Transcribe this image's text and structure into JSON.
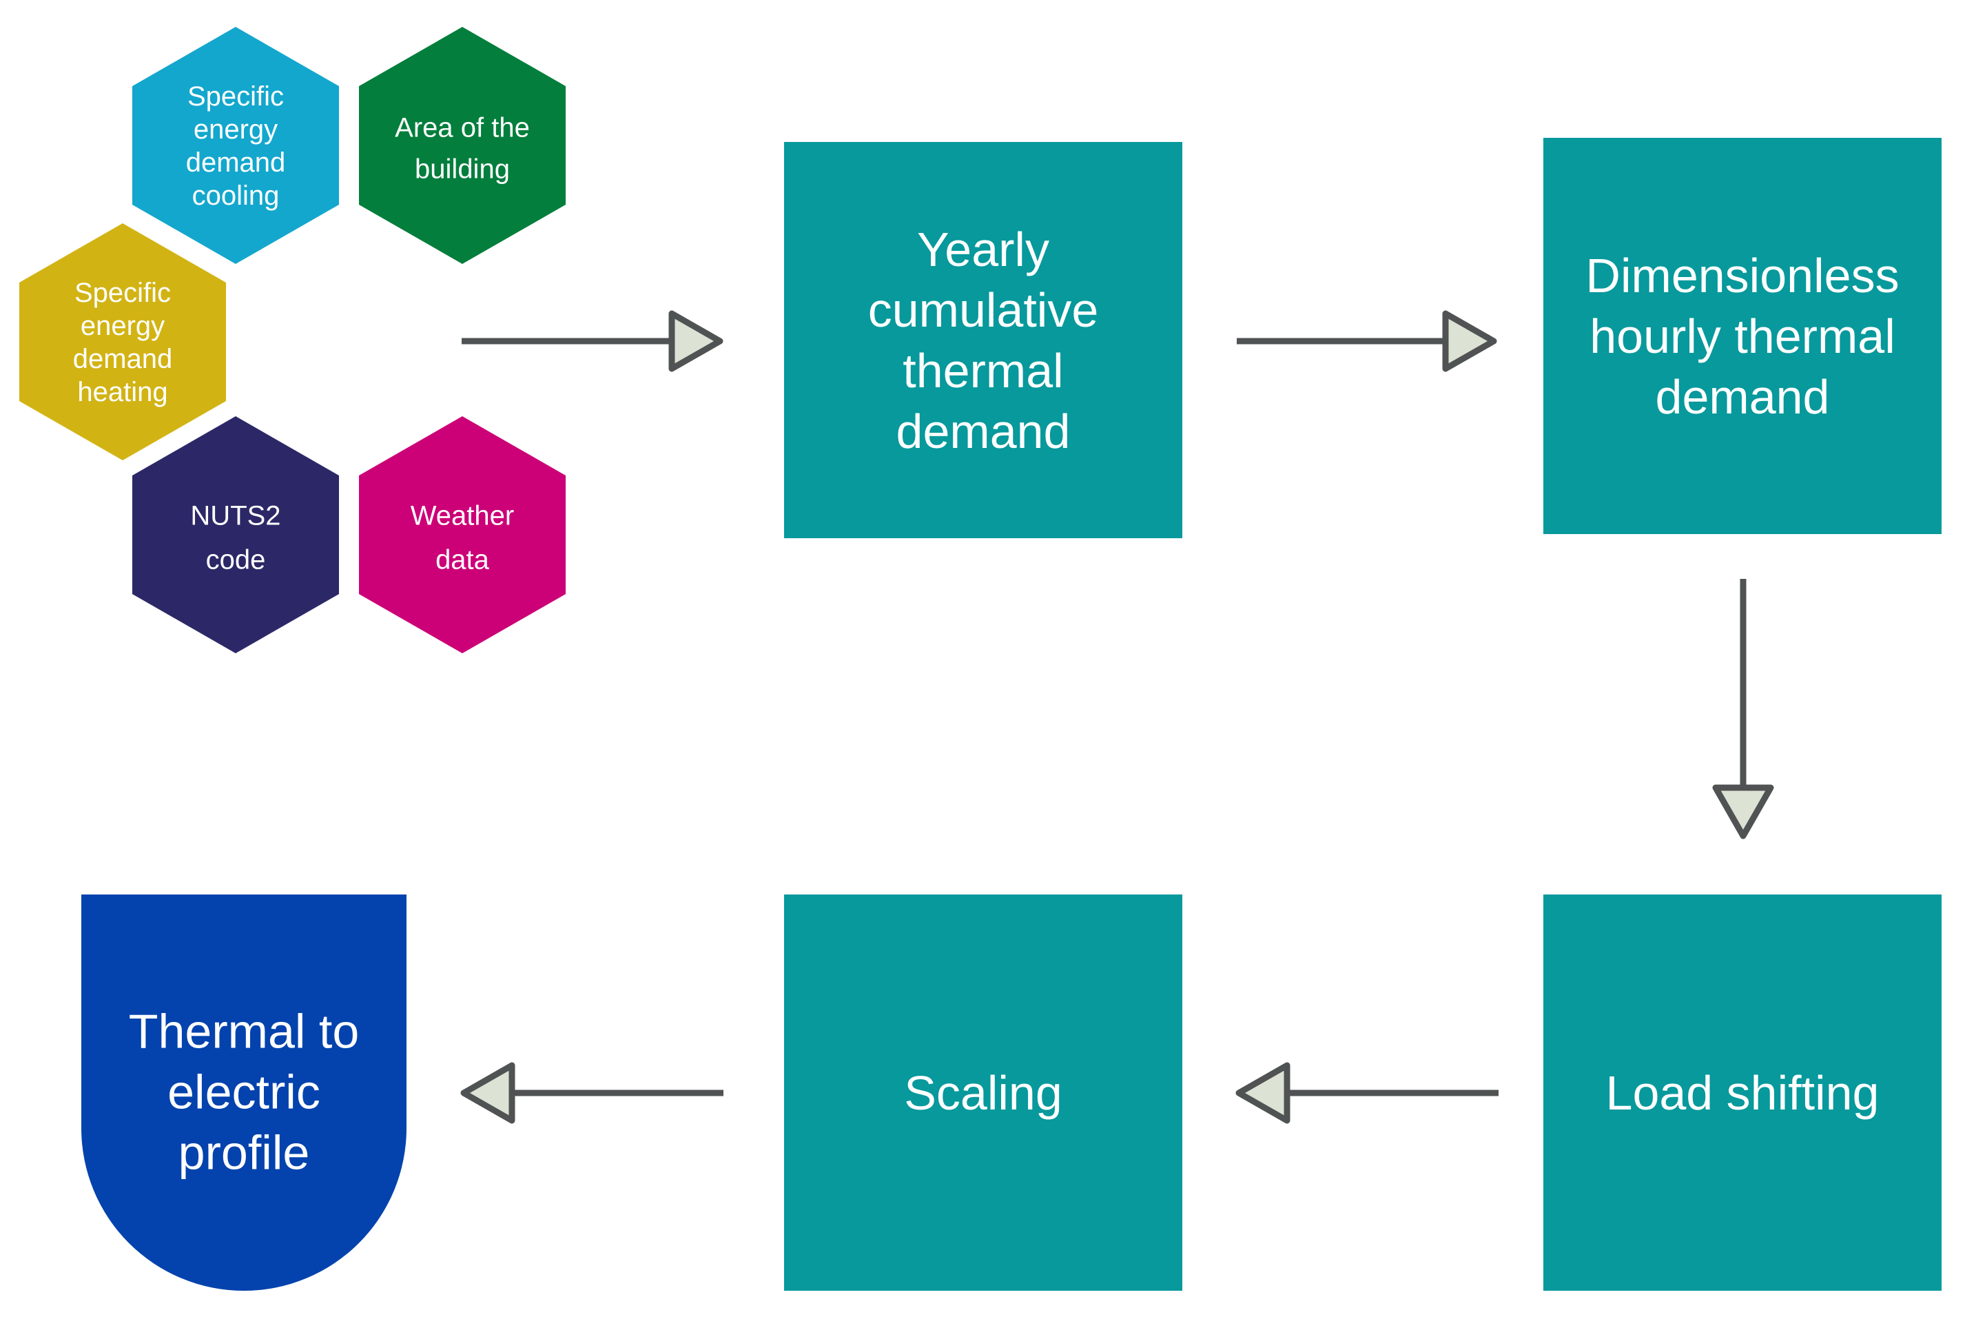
{
  "colors": {
    "teal_box": "#07999C",
    "hex_cooling": "#13A7CD",
    "hex_area": "#037E3C",
    "hex_heating": "#D2B314",
    "hex_nuts": "#2C2867",
    "hex_weather": "#CC0077",
    "final_profile": "#0443AD",
    "arrow_line": "#505353",
    "arrow_head_fill": "#DCE2D4"
  },
  "inputs": [
    {
      "id": "cooling",
      "lines": [
        "Specific",
        "energy",
        "demand",
        "cooling"
      ],
      "color_key": "hex_cooling"
    },
    {
      "id": "area",
      "lines": [
        "Area of the",
        "building"
      ],
      "color_key": "hex_area"
    },
    {
      "id": "heating",
      "lines": [
        "Specific",
        "energy",
        "demand",
        "heating"
      ],
      "color_key": "hex_heating"
    },
    {
      "id": "nuts2",
      "lines": [
        "NUTS2",
        "code"
      ],
      "color_key": "hex_nuts"
    },
    {
      "id": "weather",
      "lines": [
        "Weather",
        "data"
      ],
      "color_key": "hex_weather"
    }
  ],
  "steps": [
    {
      "id": "yearly",
      "lines": [
        "Yearly",
        "cumulative",
        "thermal",
        "demand"
      ]
    },
    {
      "id": "dimensionless",
      "lines": [
        "Dimensionless",
        "hourly thermal",
        "demand"
      ]
    },
    {
      "id": "load-shifting",
      "lines": [
        "Load shifting"
      ]
    },
    {
      "id": "scaling",
      "lines": [
        "Scaling"
      ]
    }
  ],
  "output": {
    "id": "thermal-to-electric",
    "lines": [
      "Thermal to",
      "electric",
      "profile"
    ]
  },
  "arrows": [
    {
      "id": "inputs-to-yearly",
      "direction": "right"
    },
    {
      "id": "yearly-to-dimensionless",
      "direction": "right"
    },
    {
      "id": "dimensionless-to-load-shifting",
      "direction": "down"
    },
    {
      "id": "load-shifting-to-scaling",
      "direction": "left"
    },
    {
      "id": "scaling-to-output",
      "direction": "left"
    }
  ]
}
